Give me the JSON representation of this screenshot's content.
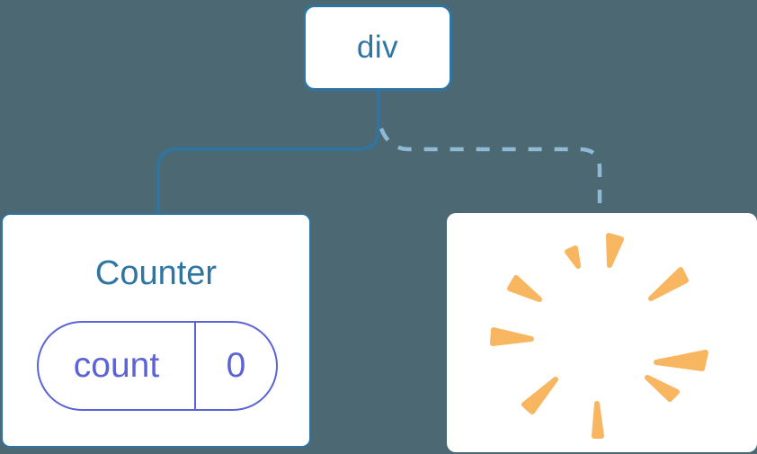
{
  "diagram": {
    "root_node": {
      "label": "div"
    },
    "counter_card": {
      "title": "Counter",
      "state_key": "count",
      "state_value": "0"
    },
    "removed_card": {
      "icon": "poof-starburst"
    },
    "edges": [
      {
        "name": "edge-to-counter",
        "style": "solid"
      },
      {
        "name": "edge-to-removed",
        "style": "dashed"
      }
    ]
  },
  "colors": {
    "background": "#4C6872",
    "card_bg": "#FFFFFF",
    "node_blue": "#2E75A3",
    "dashed_blue": "#8FB9D4",
    "state_purple": "#5C63D6",
    "poof_orange": "#F8B661"
  }
}
